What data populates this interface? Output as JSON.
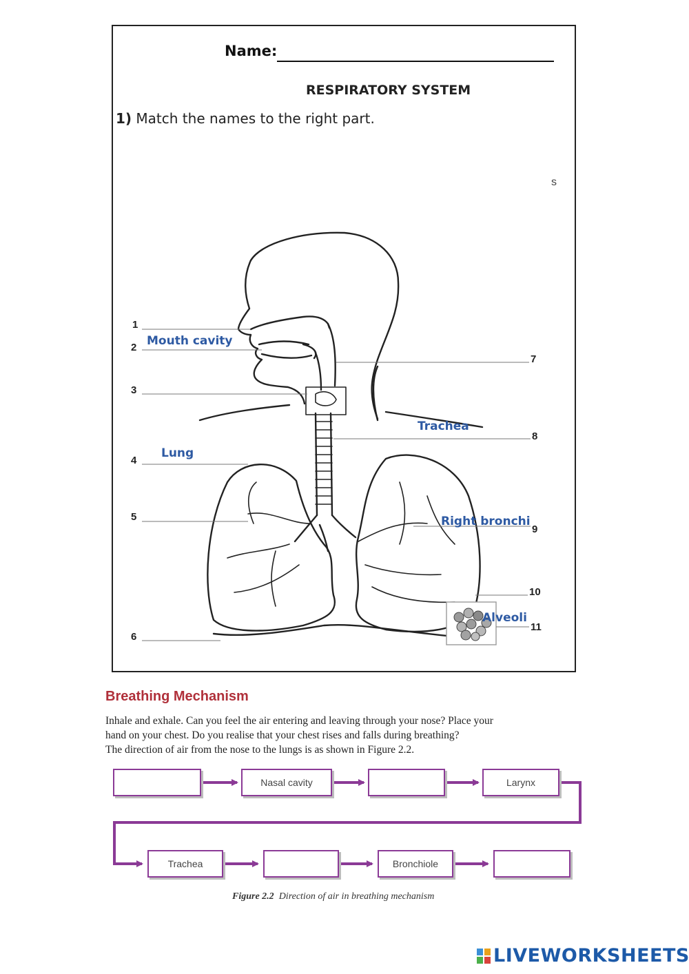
{
  "worksheet": {
    "name_label": "Name:",
    "title": "RESPIRATORY SYSTEM",
    "instruction_number": "1)",
    "instruction_text": " Match the names to the right part.",
    "stray_mark": "s"
  },
  "diagram": {
    "numbers": [
      "1",
      "2",
      "3",
      "4",
      "5",
      "6",
      "7",
      "8",
      "9",
      "10",
      "11"
    ],
    "answers": {
      "mouth_cavity": "Mouth cavity",
      "trachea": "Trachea",
      "lung": "Lung",
      "right_bronchi": "Right bronchi",
      "alveoli": "Alveoli"
    }
  },
  "breathing": {
    "title": "Breathing Mechanism",
    "paragraph_lines": [
      "Inhale and exhale. Can you feel the air entering and leaving through your nose? Place your",
      "hand on your chest. Do you realise that your chest rises and falls during breathing?",
      "The direction of air from the nose to the lungs is as shown in Figure 2.2."
    ],
    "flow_boxes": [
      "",
      "Nasal cavity",
      "",
      "Larynx",
      "Trachea",
      "",
      "Bronchiole",
      ""
    ],
    "caption_label": "Figure 2.2",
    "caption_text": "Direction of air in breathing mechanism"
  },
  "branding": {
    "logo_text": "LIVEWORKSHEETS",
    "colors": {
      "accent_purple": "#8b3a96",
      "answer_blue": "#2e5aa3",
      "heading_red": "#b0303a",
      "logo_blue": "#1d5aa8"
    }
  }
}
